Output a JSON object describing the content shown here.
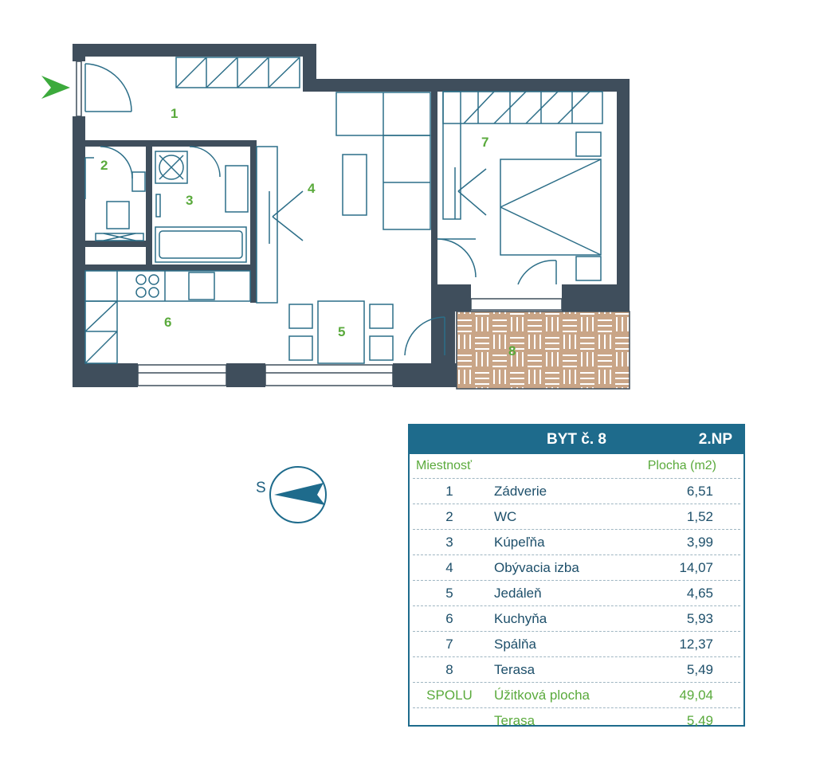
{
  "plan": {
    "colors": {
      "wall": "#3f4e5c",
      "fixture": "#2c6e88",
      "label": "#5aaa3c",
      "terrace": "#c9a587",
      "arrow": "#3caa3c"
    },
    "rooms": [
      {
        "num": "1"
      },
      {
        "num": "2"
      },
      {
        "num": "3"
      },
      {
        "num": "4"
      },
      {
        "num": "5"
      },
      {
        "num": "6"
      },
      {
        "num": "7"
      },
      {
        "num": "8"
      }
    ],
    "entrance_icon": "entrance-arrow-icon"
  },
  "compass": {
    "label": "S",
    "icon": "compass-icon"
  },
  "table": {
    "title": "BYT č. 8",
    "floor": "2.NP",
    "col_room": "Miestnosť",
    "col_area": "Plocha (m2)",
    "rows": [
      {
        "num": "1",
        "name": "Zádverie",
        "area": "6,51"
      },
      {
        "num": "2",
        "name": "WC",
        "area": "1,52"
      },
      {
        "num": "3",
        "name": "Kúpeľňa",
        "area": "3,99"
      },
      {
        "num": "4",
        "name": "Obývacia izba",
        "area": "14,07"
      },
      {
        "num": "5",
        "name": "Jedáleň",
        "area": "4,65"
      },
      {
        "num": "6",
        "name": "Kuchyňa",
        "area": "5,93"
      },
      {
        "num": "7",
        "name": "Spálňa",
        "area": "12,37"
      },
      {
        "num": "8",
        "name": "Terasa",
        "area": "5,49"
      }
    ],
    "total": {
      "num": "SPOLU",
      "name": "Úžitková plocha",
      "area": "49,04"
    },
    "terrace": {
      "num": "",
      "name": "Terasa",
      "area": "5,49"
    }
  }
}
